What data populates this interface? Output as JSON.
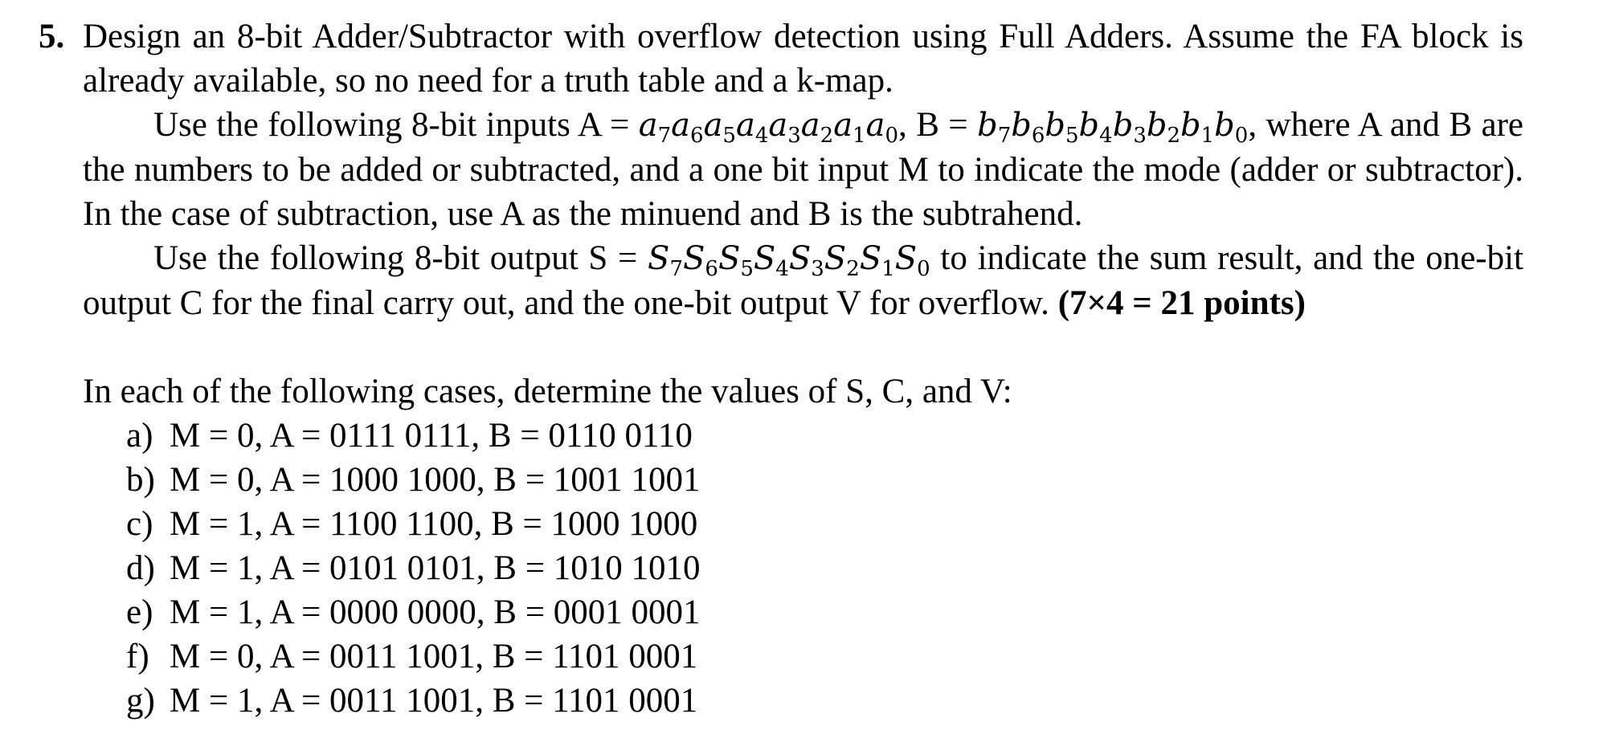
{
  "question": {
    "number": "5.",
    "intro": {
      "text_before_bold": "Design an 8-bit Adder/Subtractor with overflow detection using Full Adders. Assume the FA block is already available, so no need for a truth table and a k-map."
    },
    "inputs_paragraph": {
      "lead": "Use the following 8-bit inputs A = ",
      "a_symbol": "a",
      "mid": ", B = ",
      "b_symbol": "b",
      "tail": ", where A and B are the numbers to be added or subtracted, and a one bit input M to indicate the mode (adder or subtractor). In the case of subtraction, use A as the minuend and B is the subtrahend."
    },
    "outputs_paragraph": {
      "lead": "Use the following 8-bit output S = ",
      "s_symbol": "S",
      "tail": " to indicate the sum result, and the one-bit output C for the final carry out, and the one-bit output V for overflow. ",
      "points": "(7×4 = 21 points)"
    },
    "bit_indices": [
      "7",
      "6",
      "5",
      "4",
      "3",
      "2",
      "1",
      "0"
    ],
    "prompt": "In each of the following cases, determine the values of S, C, and V:",
    "cases": [
      {
        "label": "a)",
        "text": "M = 0, A = 0111 0111, B = 0110 0110",
        "M": "0",
        "A": "0111 0111",
        "B": "0110 0110"
      },
      {
        "label": "b)",
        "text": "M = 0, A = 1000 1000, B = 1001 1001",
        "M": "0",
        "A": "1000 1000",
        "B": "1001 1001"
      },
      {
        "label": "c)",
        "text": "M = 1, A = 1100 1100, B = 1000 1000",
        "M": "1",
        "A": "1100 1100",
        "B": "1000 1000"
      },
      {
        "label": "d)",
        "text": "M = 1, A = 0101 0101, B = 1010 1010",
        "M": "1",
        "A": "0101 0101",
        "B": "1010 1010"
      },
      {
        "label": "e)",
        "text": "M = 1, A = 0000 0000, B = 0001 0001",
        "M": "1",
        "A": "0000 0000",
        "B": "0001 0001"
      },
      {
        "label": "f)",
        "text": "M = 0, A = 0011 1001, B = 1101 0001",
        "M": "0",
        "A": "0011 1001",
        "B": "1101 0001"
      },
      {
        "label": "g)",
        "text": "M = 1, A = 0011 1001, B = 1101 0001",
        "M": "1",
        "A": "0011 1001",
        "B": "1101 0001"
      }
    ]
  }
}
